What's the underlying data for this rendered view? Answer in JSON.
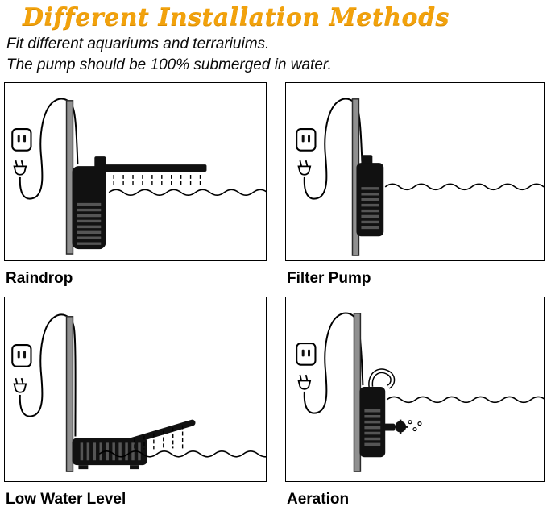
{
  "header": {
    "title": "Different Installation Methods",
    "subtitle_line1": "Fit different aquariums and terrariuims.",
    "subtitle_line2": "The pump should be 100% submerged in water."
  },
  "panels": [
    {
      "id": "raindrop",
      "label": "Raindrop"
    },
    {
      "id": "filter-pump",
      "label": "Filter Pump"
    },
    {
      "id": "low-water-level",
      "label": "Low Water Level"
    },
    {
      "id": "aeration",
      "label": "Aeration"
    }
  ],
  "colors": {
    "title_gold": "#F2A20C",
    "line_black": "#000000",
    "tube_gray": "#909090",
    "pump_black": "#111111",
    "grille_gray": "#555555"
  }
}
